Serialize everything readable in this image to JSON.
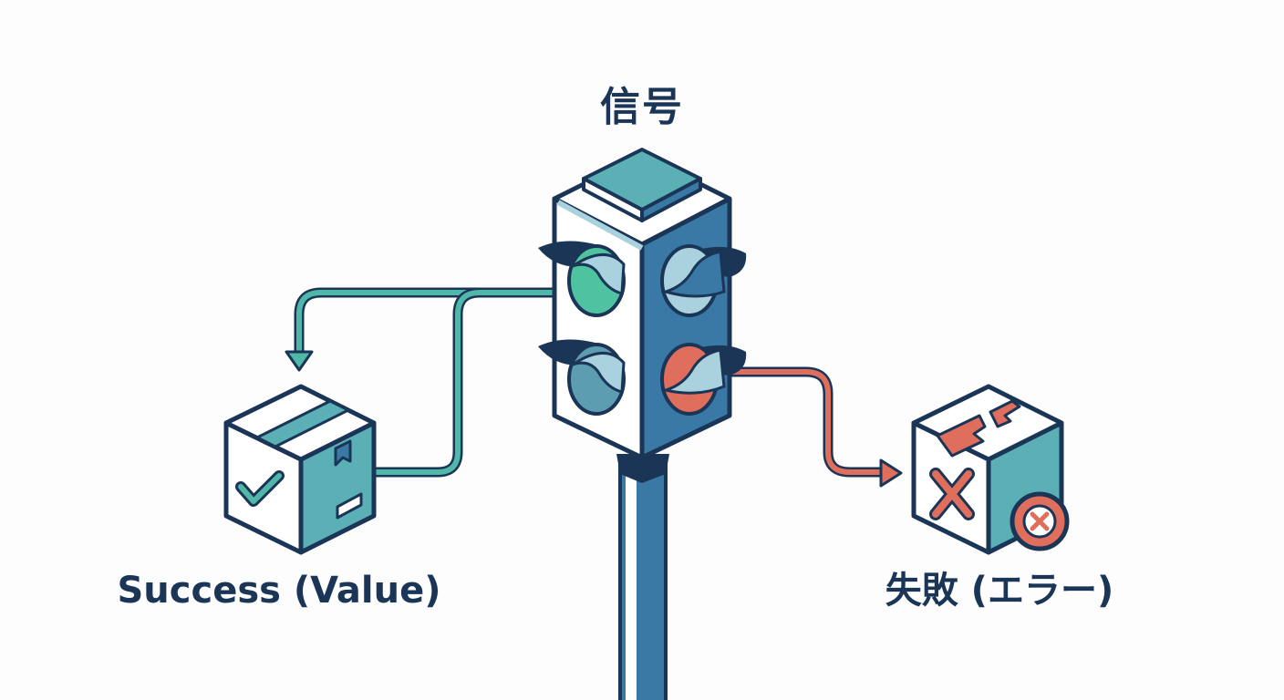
{
  "diagram": {
    "title": "信号",
    "success_label": "Success (Value)",
    "failure_label": "失敗 (エラー)"
  },
  "colors": {
    "outline": "#1b3557",
    "success": "#4fb8a8",
    "failure": "#e06e5c",
    "pole_blue": "#3a79a6",
    "box_teal": "#5bb0b6",
    "lens_blue": "#5c9db2",
    "lens_light": "#a9d1de"
  },
  "icons": {
    "success_mark": "checkmark-icon",
    "failure_mark": "cross-icon",
    "failure_badge": "close-circle-icon"
  }
}
